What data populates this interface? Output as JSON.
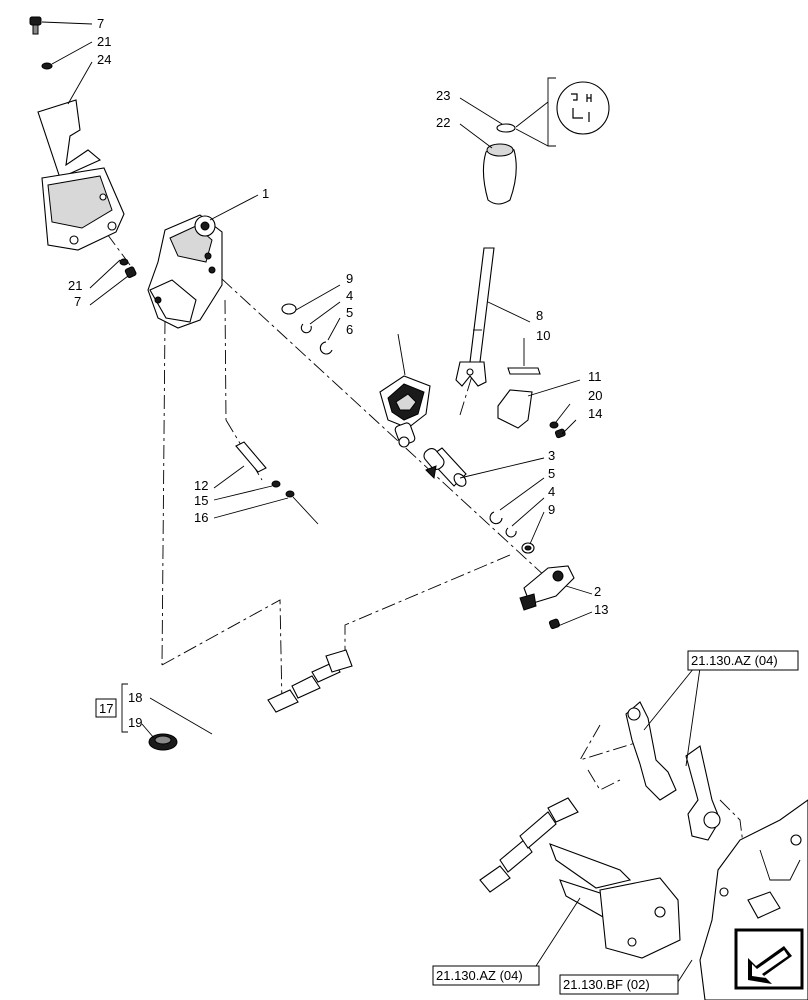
{
  "callouts": {
    "c1": "1",
    "c2": "2",
    "c3": "3",
    "c4a": "4",
    "c4b": "4",
    "c5a": "5",
    "c5b": "5",
    "c6": "6",
    "c7a": "7",
    "c7b": "7",
    "c8": "8",
    "c9a": "9",
    "c9b": "9",
    "c10": "10",
    "c11": "11",
    "c12": "12",
    "c13": "13",
    "c14": "14",
    "c15": "15",
    "c16": "16",
    "c17": "17",
    "c18": "18",
    "c19": "19",
    "c20": "20",
    "c21a": "21",
    "c21b": "21",
    "c22": "22",
    "c23": "23",
    "c24": "24"
  },
  "references": {
    "ref_az_top": "21.130.AZ (04)",
    "ref_az_bottom": "21.130.AZ (04)",
    "ref_bf": "21.130.BF (02)"
  },
  "shift_pattern_glyph": "gear-shift-pattern",
  "nav_icon": "next-page-arrow-icon"
}
